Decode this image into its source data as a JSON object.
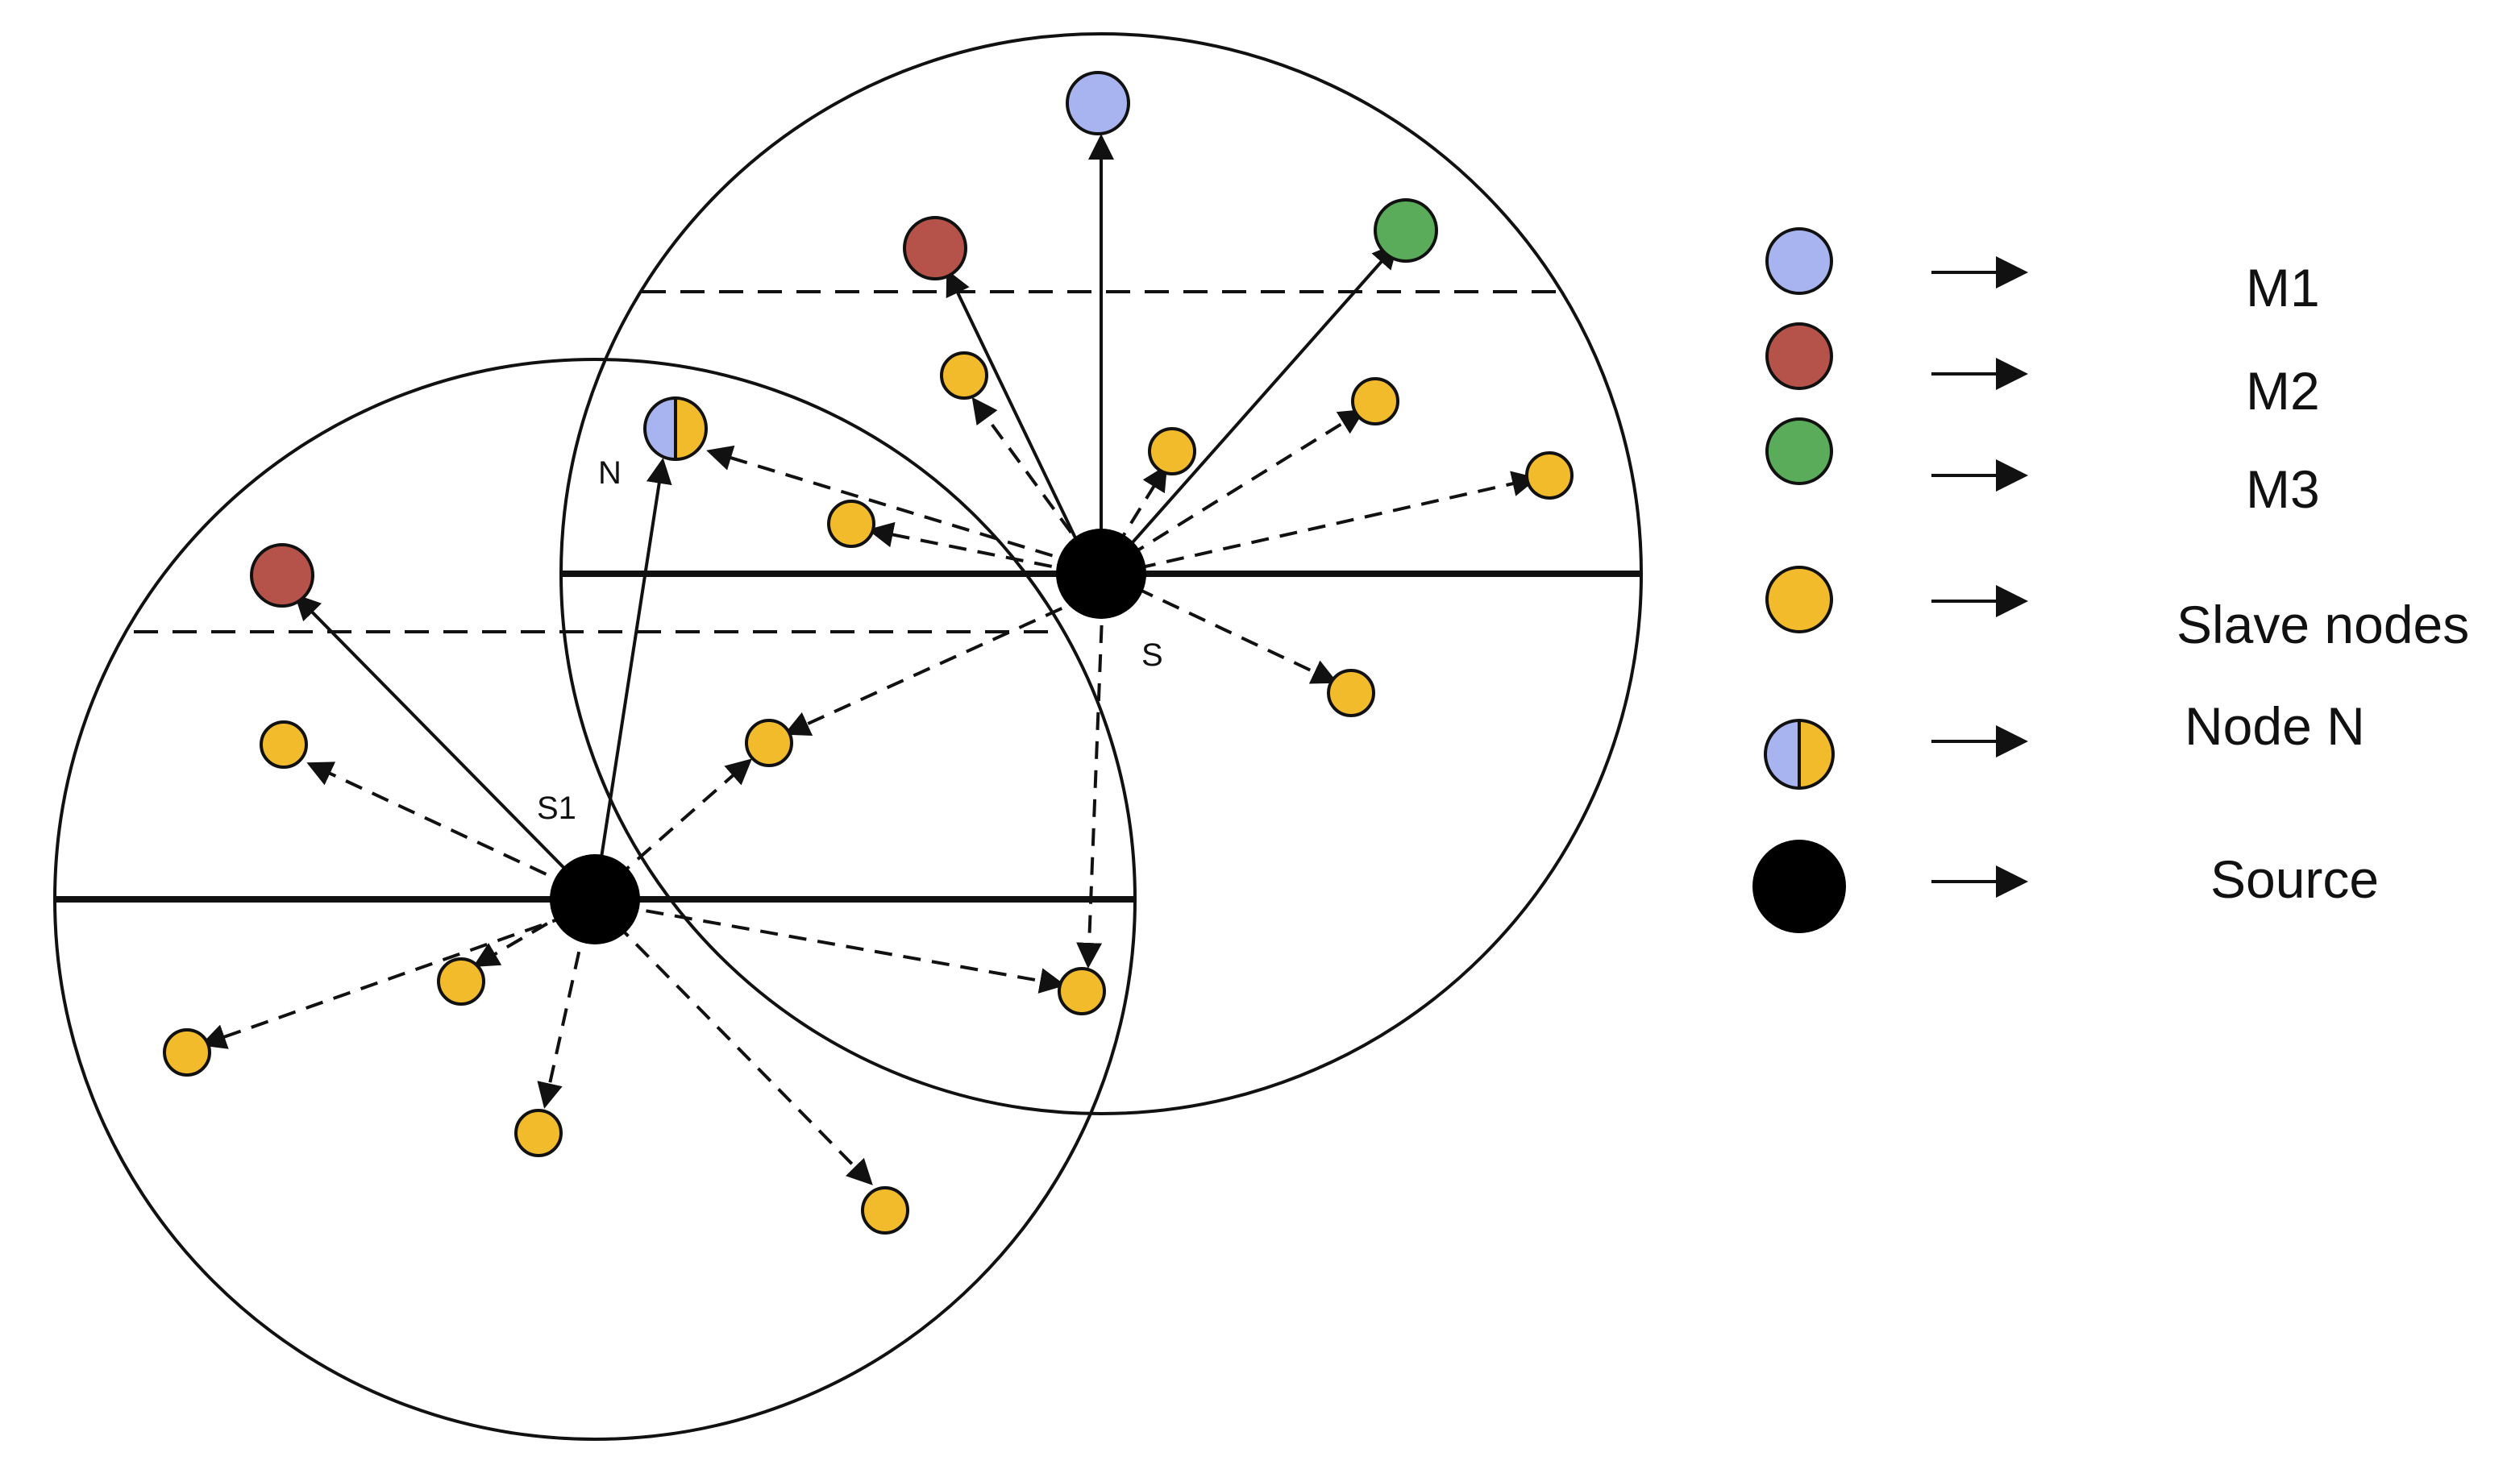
{
  "diagram": {
    "labels": {
      "source_s": "S",
      "source_s1": "S1",
      "node_n": "N"
    },
    "legend": [
      {
        "key": "m1",
        "label": "M1",
        "fill": "#a8b4f0"
      },
      {
        "key": "m2",
        "label": "M2",
        "fill": "#b5534a"
      },
      {
        "key": "m3",
        "label": "M3",
        "fill": "#5aab5a"
      },
      {
        "key": "slave",
        "label": "Slave nodes",
        "fill": "#f2bb2c"
      },
      {
        "key": "node-n",
        "label": "Node N",
        "fill": [
          "#a8b4f0",
          "#f2bb2c"
        ]
      },
      {
        "key": "source",
        "label": "Source",
        "fill": "#000000"
      }
    ],
    "colors": {
      "m1": "#a8b4f0",
      "m2": "#b5534a",
      "m3": "#5aab5a",
      "slave": "#f2bb2c",
      "source": "#000000",
      "stroke": "#111111"
    }
  }
}
